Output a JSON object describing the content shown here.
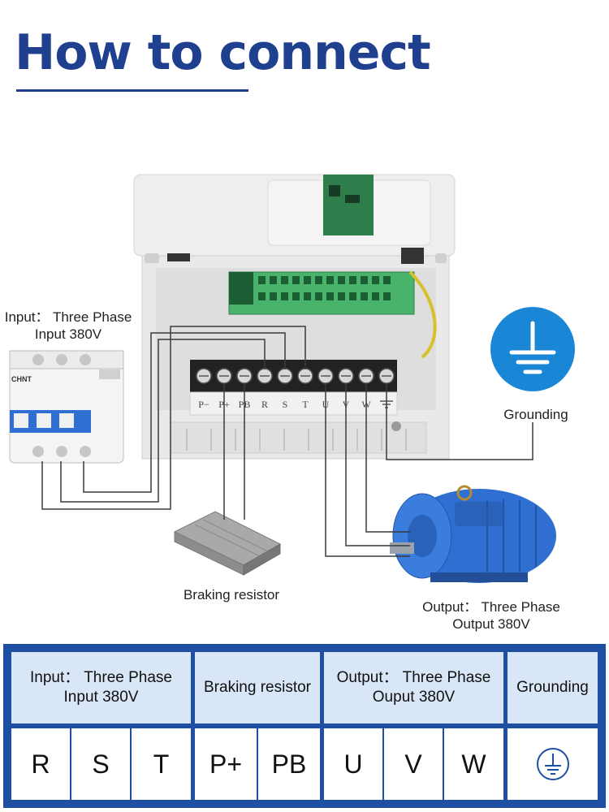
{
  "title": "How to connect",
  "labels": {
    "input": [
      "Input： Three Phase",
      "Input 380V"
    ],
    "grounding": "Grounding",
    "braking": "Braking resistor",
    "output": [
      "Output： Three Phase",
      "Output 380V"
    ]
  },
  "terminal_strip": [
    "P−",
    "P+",
    "PB",
    "R",
    "S",
    "T",
    "U",
    "V",
    "W"
  ],
  "breaker_brand": "CHNT",
  "table": {
    "headers": {
      "input": [
        "Input： Three Phase",
        "Input 380V"
      ],
      "braking": "Braking resistor",
      "output": [
        "Output： Three Phase",
        "Ouput 380V"
      ],
      "grounding": "Grounding"
    },
    "cells": [
      "R",
      "S",
      "T",
      "P+",
      "PB",
      "U",
      "V",
      "W"
    ],
    "ground_symbol": "ground-icon"
  },
  "colors": {
    "brand_blue": "#1e4fa3",
    "header_bg": "#d9e6f7",
    "motor_blue": "#2f6fd1",
    "ground_circle": "#1a86d6"
  }
}
